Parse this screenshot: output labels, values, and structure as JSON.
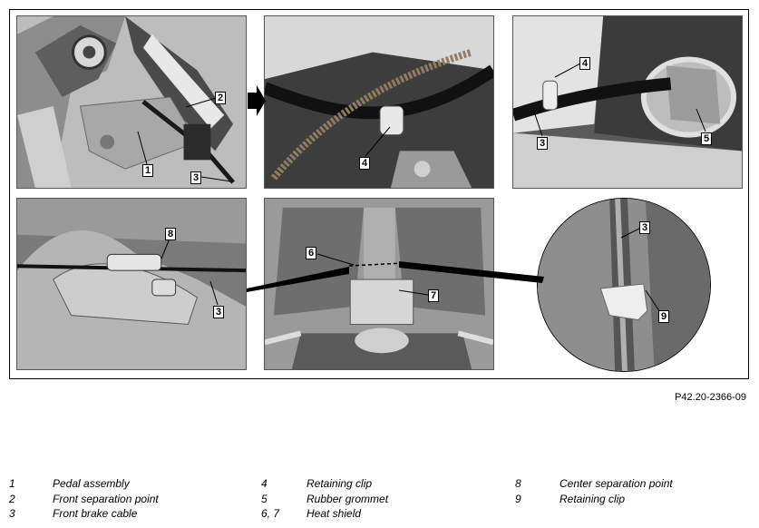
{
  "figure_ref": "P42.20-2366-09",
  "callouts": {
    "c1": "1",
    "c2": "2",
    "c3a": "3",
    "c4a": "4",
    "c4b": "4",
    "c3b": "3",
    "c5": "5",
    "c8": "8",
    "c3c": "3",
    "c6": "6",
    "c7": "7",
    "c3d": "3",
    "c9": "9"
  },
  "legend": [
    {
      "num": "1",
      "text": "Pedal assembly"
    },
    {
      "num": "2",
      "text": "Front separation point"
    },
    {
      "num": "3",
      "text": "Front brake cable"
    },
    {
      "num": "4",
      "text": "Retaining clip"
    },
    {
      "num": "5",
      "text": "Rubber grommet"
    },
    {
      "num": "6, 7",
      "text": "Heat shield"
    },
    {
      "num": "8",
      "text": "Center separation point"
    },
    {
      "num": "9",
      "text": "Retaining clip"
    }
  ]
}
